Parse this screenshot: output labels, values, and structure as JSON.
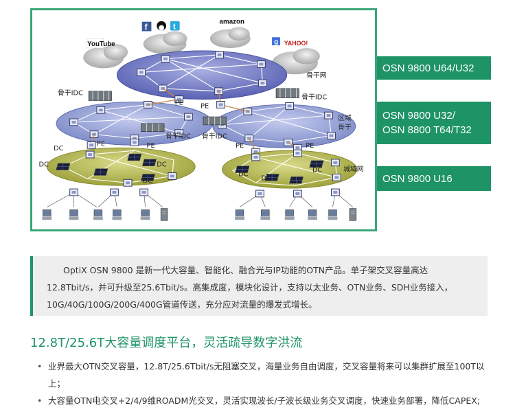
{
  "diagram": {
    "brands": {
      "youtube": "YouTube",
      "facebook": "f",
      "twitter": "t",
      "amazon": "amazon",
      "google": "g",
      "yahoo": "YAHOO!"
    },
    "labels": {
      "backbone_net": "骨干网",
      "backbone_idc_left": "骨干IDC",
      "backbone_idc_right": "骨干IDC",
      "backbone_idc_mid": "骨干IDC",
      "backbone_idc_center": "骨干IDC",
      "pe_1": "PE",
      "pe_2": "PE",
      "pe_3": "PE",
      "pe_4": "PE",
      "pe_5": "PE",
      "pe_6": "PE",
      "region_1": "区域",
      "region_2": "骨干",
      "metro": "城域网",
      "dc_1": "DC",
      "dc_2": "DC",
      "dc_3": "DC",
      "dc_4": "DC",
      "dc_5": "DC",
      "dc_6": "DC",
      "dc_7": "DC"
    },
    "colors": {
      "backbone_ring": "#7b82c8",
      "regional_ring": "#98a4d6",
      "metro_ring": "#b6b84e",
      "frame": "#3aa676"
    }
  },
  "products": {
    "u64": [
      "OSN 9800 U64/U32"
    ],
    "u32": [
      "OSN 9800 U32/",
      "OSN 8800 T64/T32"
    ],
    "u16": [
      "OSN 9800 U16"
    ]
  },
  "intro": "OptiX OSN 9800 是新一代大容量、智能化、融合光与IP功能的OTN产品。单子架交叉容量高达12.8Tbit/s，并可升级至25.6Tbit/s。高集成度，模块化设计，支持以太业务、OTN业务、SDH业务接入，10G/40G/100G/200G/400G管道传送，充分应对流量的爆发式增长。",
  "section": {
    "heading": "12.8T/25.6T大容量调度平台，灵活疏导数字洪流",
    "bullets": [
      "业界最大OTN交叉容量，12.8T/25.6Tbit/s无阻塞交叉，海量业务自由调度，交叉容量将来可以集群扩展至100T以上；",
      "大容量OTN电交叉+2/4/9维ROADM光交叉，灵活实现波长/子波长级业务交叉调度，快速业务部署，降低CAPEX;"
    ]
  }
}
